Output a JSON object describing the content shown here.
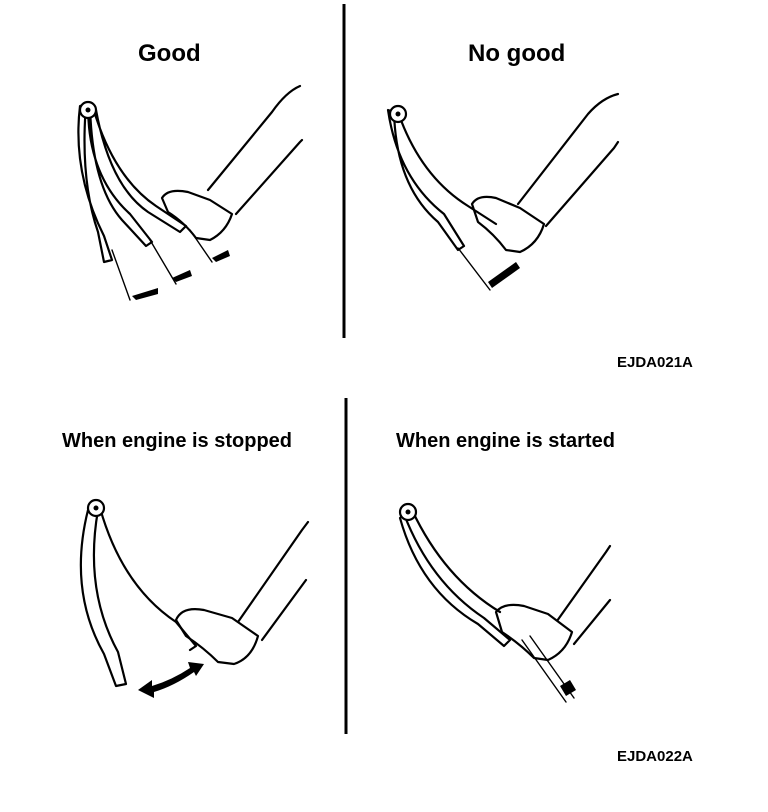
{
  "panels": {
    "good": {
      "label": "Good"
    },
    "no_good": {
      "label": "No good"
    },
    "engine_stopped": {
      "label": "When engine is stopped"
    },
    "engine_started": {
      "label": "When engine is started"
    }
  },
  "codes": {
    "top": "EJDA021A",
    "bottom": "EJDA022A"
  }
}
